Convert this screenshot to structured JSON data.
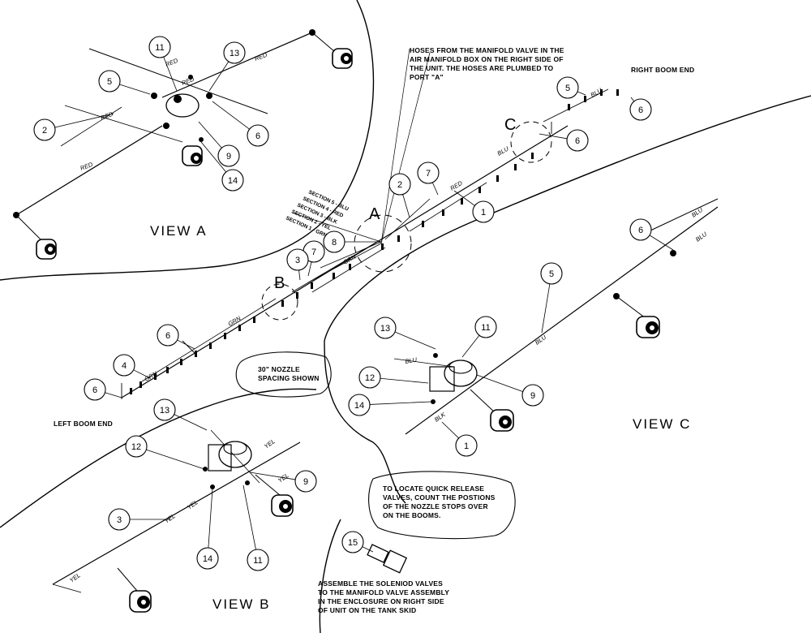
{
  "notes": {
    "hoses": [
      "HOSES FROM THE MANIFOLD VALVE IN THE",
      "AIR MANIFOLD BOX ON THE RIGHT SIDE OF",
      "THE UNIT. THE HOSES ARE PLUMBED TO",
      "PORT \"A\""
    ],
    "spacing": [
      "30\" NOZZLE",
      "SPACING SHOWN"
    ],
    "locate": [
      "TO LOCATE QUICK RELEASE",
      "VALVES, COUNT THE POSTIONS",
      "OF THE NOZZLE STOPS OVER",
      "ON THE BOOMS."
    ],
    "assemble": [
      "ASSEMBLE THE SOLENIOD VALVES",
      "TO THE MANIFOLD VALVE ASSEMBLY",
      "IN THE ENCLOSURE ON RIGHT SIDE",
      "OF UNIT ON THE TANK SKID"
    ]
  },
  "labels": {
    "right_boom_end": "RIGHT BOOM END",
    "left_boom_end": "LEFT BOOM END",
    "view_a": "VIEW A",
    "view_b": "VIEW B",
    "view_c": "VIEW C",
    "detail_a": "A",
    "detail_b": "B",
    "detail_c": "C"
  },
  "wire_labels": {
    "red": "RED",
    "blu": "BLU",
    "grn": "GRN",
    "yel": "YEL",
    "blk": "BLK"
  },
  "sections": [
    "SECTION 5 - BLU",
    "SECTION 4 - RED",
    "SECTION 3 - BLK",
    "SECTION 2 - YEL",
    "SECTION 1 - GRN"
  ],
  "callouts": {
    "a11": "11",
    "a13": "13",
    "a5": "5",
    "a6": "6",
    "a2": "2",
    "a9": "9",
    "a14": "14",
    "m5": "5",
    "m6r": "6",
    "m6c": "6",
    "m2": "2",
    "m7a": "7",
    "m1": "1",
    "m8": "8",
    "m7b": "7",
    "m3": "3",
    "m6l": "6",
    "m4": "4",
    "m6le": "6",
    "c6": "6",
    "c5": "5",
    "c13": "13",
    "c11": "11",
    "c12": "12",
    "c9": "9",
    "c14": "14",
    "c1": "1",
    "b13": "13",
    "b12": "12",
    "b9": "9",
    "b3": "3",
    "b14": "14",
    "b11": "11",
    "b15": "15"
  }
}
